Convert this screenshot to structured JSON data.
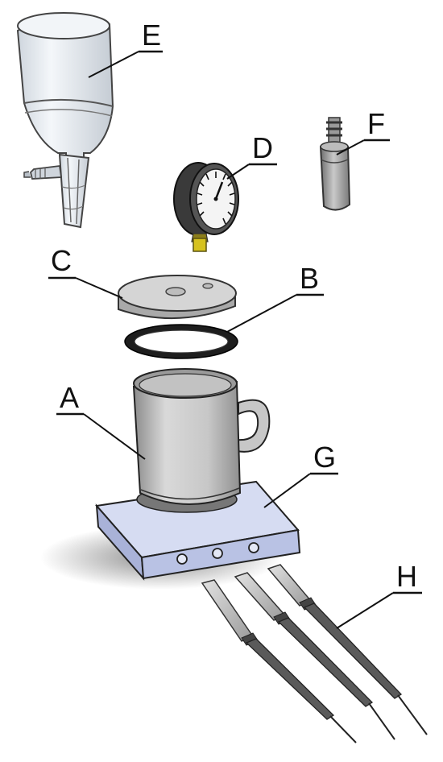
{
  "labels": {
    "a": "A",
    "b": "B",
    "c": "C",
    "d": "D",
    "e": "E",
    "f": "F",
    "g": "G",
    "h": "H"
  },
  "colors": {
    "outline": "#222222",
    "glass": "#e9eef4",
    "metal_light": "#d9d9d9",
    "metal_mid": "#a6a6a6",
    "gasket": "#1e1e1e",
    "base_top": "#d6dcf2",
    "base_front": "#b9c2e4",
    "brass": "#d6c21f"
  }
}
